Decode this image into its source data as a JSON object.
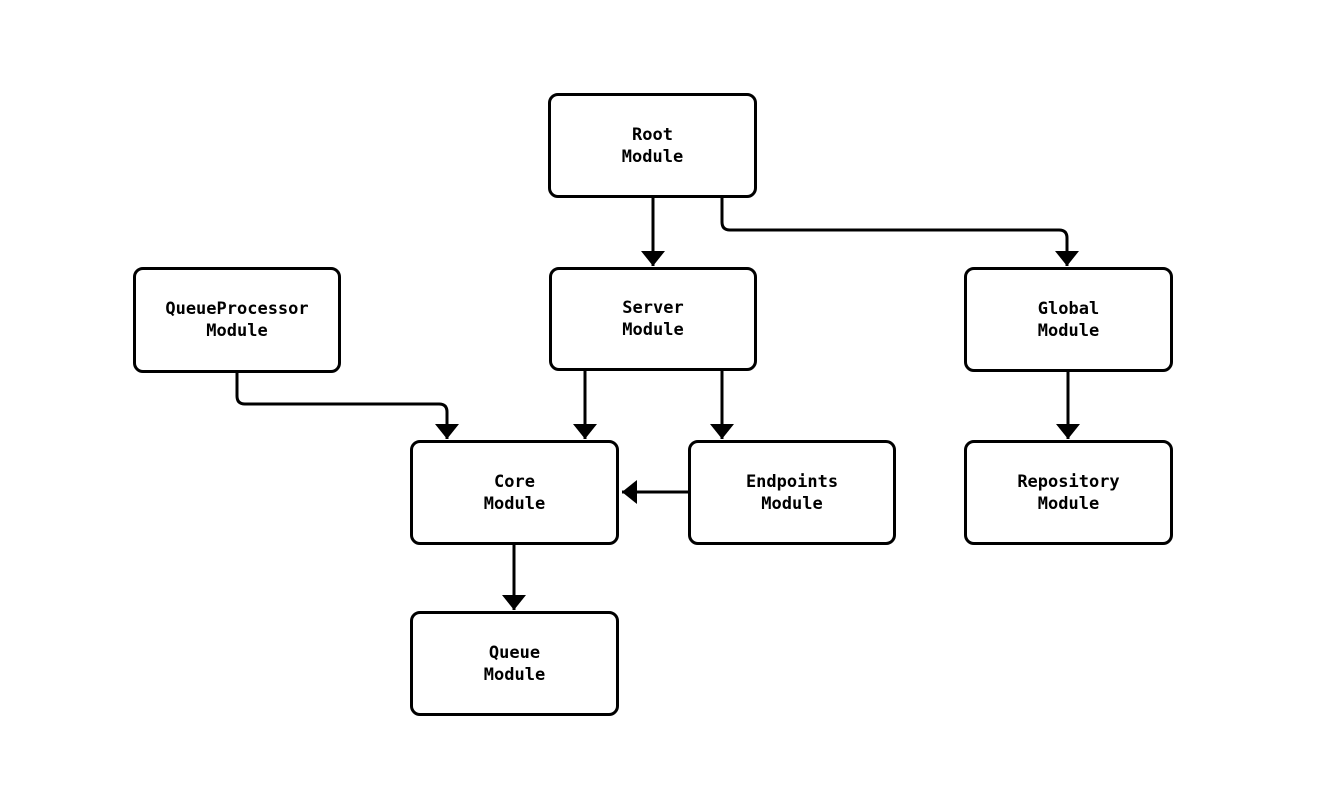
{
  "diagram": {
    "type": "module-dependency-flowchart",
    "background_color": "#ffffff",
    "node_fill_color": "#ffffff",
    "node_border_color": "#000000",
    "edge_color": "#000000",
    "nodes": [
      {
        "id": "root",
        "label": "Root\nModule"
      },
      {
        "id": "queueprocessor",
        "label": "QueueProcessor\nModule"
      },
      {
        "id": "server",
        "label": "Server\nModule"
      },
      {
        "id": "global",
        "label": "Global\nModule"
      },
      {
        "id": "core",
        "label": "Core\nModule"
      },
      {
        "id": "endpoints",
        "label": "Endpoints\nModule"
      },
      {
        "id": "repository",
        "label": "Repository\nModule"
      },
      {
        "id": "queue",
        "label": "Queue\nModule"
      }
    ],
    "edges": [
      {
        "from": "root",
        "to": "server"
      },
      {
        "from": "root",
        "to": "global"
      },
      {
        "from": "queueprocessor",
        "to": "core"
      },
      {
        "from": "server",
        "to": "core"
      },
      {
        "from": "server",
        "to": "endpoints"
      },
      {
        "from": "endpoints",
        "to": "core"
      },
      {
        "from": "global",
        "to": "repository"
      },
      {
        "from": "core",
        "to": "queue"
      }
    ]
  }
}
